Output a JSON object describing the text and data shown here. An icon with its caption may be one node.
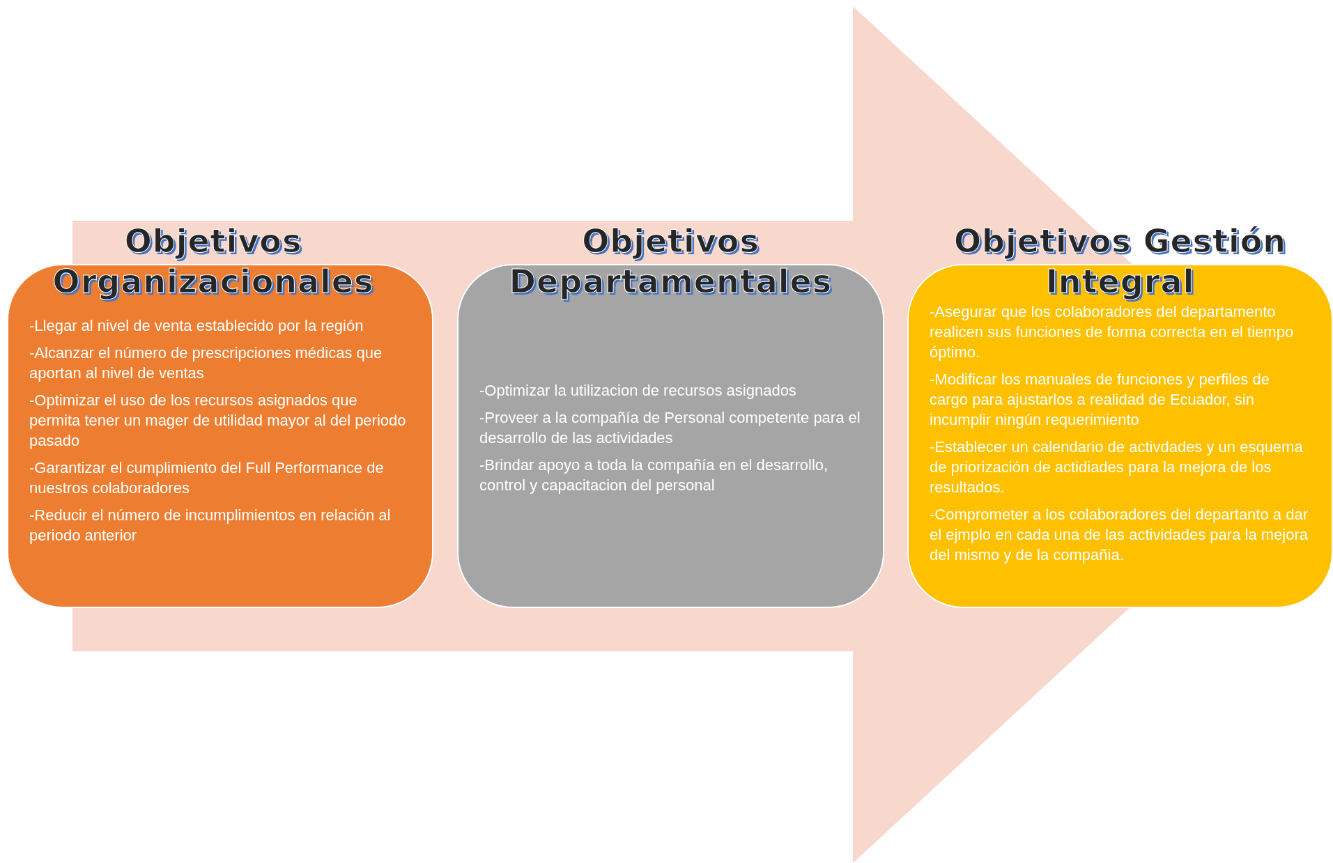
{
  "diagram": {
    "nodes": [
      {
        "text": [
          "Objetivos Organizacionales",
          "-Llegar al nivel de venta establecido por la región",
          "-Alcanzar el número de prescripciones médicas que aportan al nivel de ventas",
          "-Optimizar el uso de los recursos asignados que permita tener un mager de utilidad mayor al del periodo pasado",
          "-Garantizar el cumplimiento del Full Performance de nuestros colaboradores",
          "-Reducir el número de incumplimientos en relación al periodo anterior"
        ]
      },
      {
        "text": [
          "Objetivos Departamentales",
          "-Optimizar la utilizacion de recursos asignados",
          "-Proveer a la compañía de Personal competente para el desarrollo de las actividades",
          "-Brindar apoyo a toda la compañía en el desarrollo, control y capacitacion del personal"
        ]
      },
      {
        "text": [
          "Objetivos Gestión Integral",
          "-Asegurar que los colaboradores del departamento realicen sus funciones de forma correcta en el tiempo óptimo.",
          "-Modificar los manuales de funciones y perfiles de cargo para ajustarlos a realidad de Ecuador, sin incumplir ningún requerimiento",
          "-Establecer un calendario de activdades y un esquema de priorización de actidiades para la mejora de los resultados.",
          "-Comprometer a los colaboradores del departanto a dar el ejmplo en cada una de las actividades para la mejora del mismo y de la compañia."
        ]
      }
    ],
    "edges": [
      {
        "from": 0,
        "to": 2,
        "arrow": "to"
      }
    ]
  }
}
